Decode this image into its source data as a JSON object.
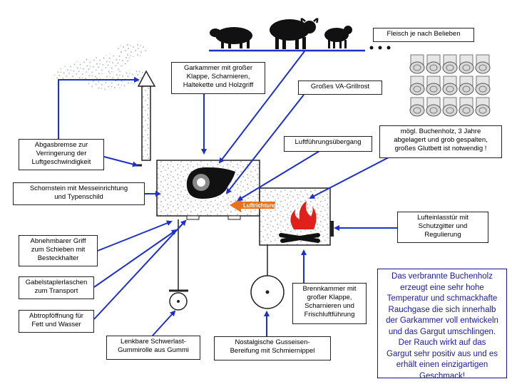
{
  "labels": {
    "meat": "Fleisch je nach Belieben",
    "cooking_chamber": "Garkammer mit großer\nKlappe, Scharnieren,\nHaltekette und Holzgriff",
    "grill_grate": "Großes VA-Grillrost",
    "exhaust_brake": "Abgasbremse zur\nVerringerung der\nLuftgeschwindigkeit",
    "air_transition": "Luftführungsübergang",
    "wood": "mögl. Buchenholz, 3 Jahre\nabgelagert und grob gespalten,\ngroßes Glutbett ist notwendig !",
    "chimney": "Schornstein mit Messeinrichtung\nund Typenschild",
    "air_inlet": "Lufteinlasstür mit\nSchutzgitter und\nRegulierung",
    "handle": "Abnehmbarer Griff\nzum Schieben mit\nBesteckhalter",
    "forklift": "Gabelstaplerlaschen\nzum Transport",
    "drip": "Abtropföffnung für\nFett und Wasser",
    "firebox": "Brennkammer mit\ngroßer Klappe,\nScharnieren und\nFrischluftführung",
    "castor": "Lenkbare Schwerlast-\nGummirolle aus Gummi",
    "wheel": "Nostalgische Gusseisen-\nBereifung mit Schmiernippel",
    "airflow": "Luftrichtung"
  },
  "info_text": "Das verbrannte Buchenholz\nerzeugt eine sehr hohe\nTemperatur und schmackhafte\nRauchgase die sich innerhalb\nder Garkammer voll entwickeln\nund das Gargut umschlingen.\nDer Rauch wirkt auf das\nGargut sehr positiv aus und es\nerhält einen einzigartigen\nGeschmack!",
  "colors": {
    "arrow": "#1c2fd0",
    "flow_arrow": "#e8731c",
    "info_text": "#1a1aa0",
    "fire": "#e0201a"
  },
  "icons": {
    "animals": [
      "pig-icon",
      "buffalo-icon",
      "sheep-icon"
    ],
    "wood_logs": "log-icon",
    "meat": "ham-icon",
    "fire": "fire-icon"
  }
}
